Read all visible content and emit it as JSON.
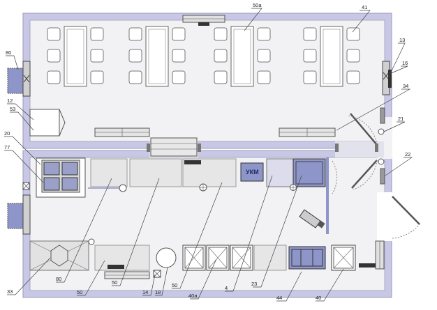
{
  "labels": {
    "l50a": "50а",
    "l41": "41",
    "l80": "80",
    "l13": "13",
    "l16": "16",
    "l12": "12",
    "l53": "53",
    "l34": "34",
    "l21": "21",
    "l20": "20",
    "l77": "77",
    "l22": "22",
    "ukm": "УКМ",
    "l33": "33",
    "l80b": "80",
    "l50b": "50",
    "l50c": "50",
    "l14": "14",
    "l18": "18",
    "l50d": "50",
    "l40a": "40а",
    "l4": "4",
    "l23": "23",
    "l44": "44",
    "l40": "40"
  },
  "colors": {
    "wall": "#c8c8e6",
    "wall_stroke": "#9a9ab8",
    "floor": "#f2f2f4",
    "equipment": "#e8e8e8",
    "accent_blue": "#8e95c9",
    "leader": "#444444"
  }
}
